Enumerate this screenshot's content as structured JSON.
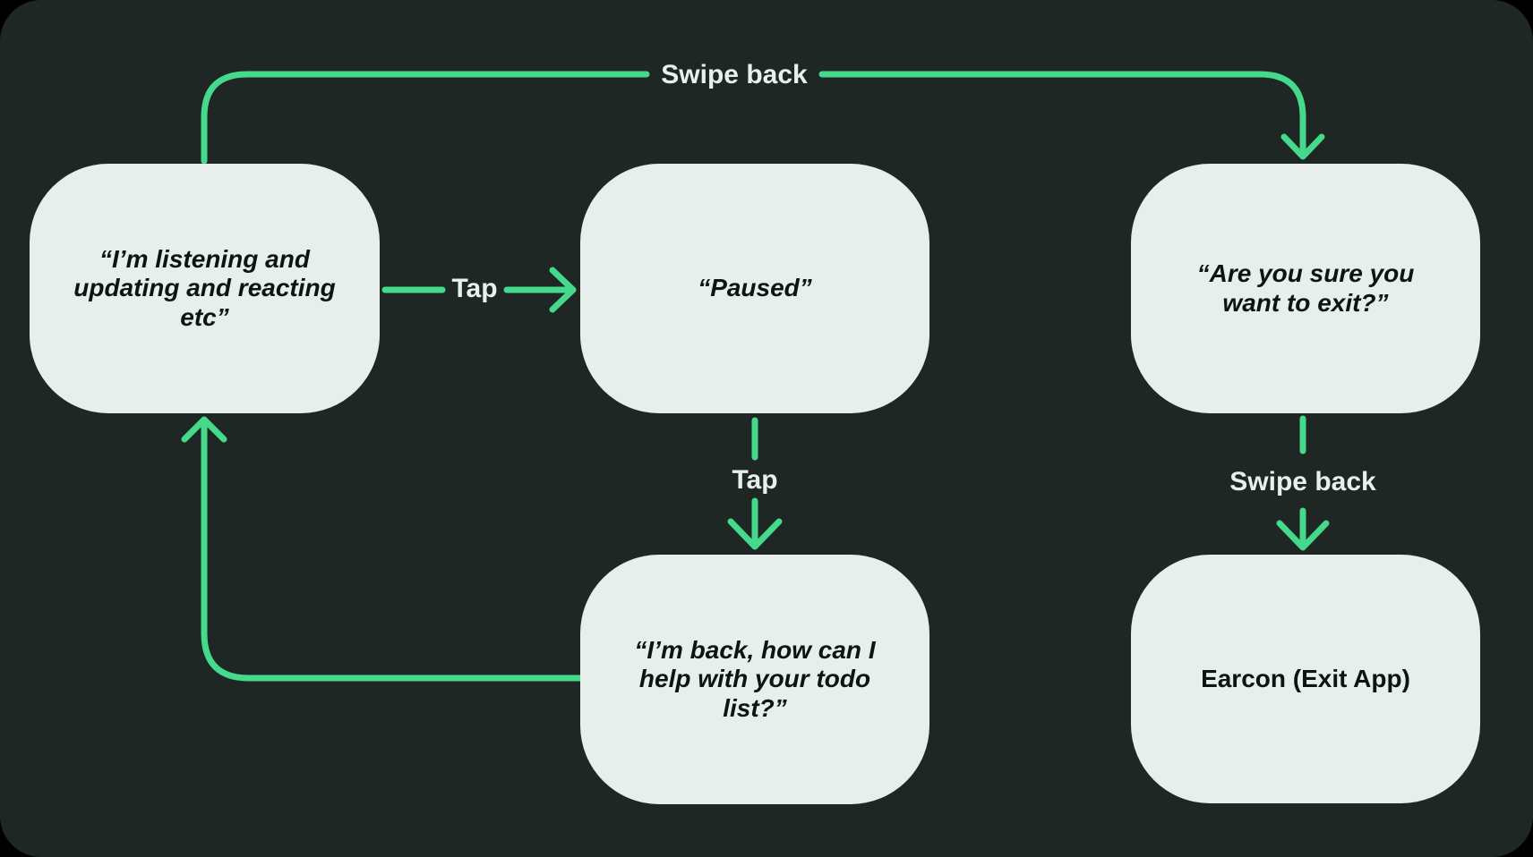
{
  "diagram": {
    "colors": {
      "surface": "#1f2725",
      "accent": "#45d98b",
      "node_fill": "#e7eeeb",
      "node_text": "#0d1412",
      "label_text": "#e9efec"
    },
    "nodes": {
      "listening": {
        "text": "“I’m listening and\nupdating and reacting\netc”"
      },
      "paused": {
        "text": "“Paused”"
      },
      "confirm_exit": {
        "text": "“Are you sure you\nwant to exit?”"
      },
      "back": {
        "text": "“I’m back, how can I\nhelp with your todo\nlist?”"
      },
      "earcon": {
        "text": "Earcon (Exit App)"
      }
    },
    "edges": {
      "swipe_back_top": {
        "label": "Swipe back"
      },
      "tap_right": {
        "label": "Tap"
      },
      "tap_down": {
        "label": "Tap"
      },
      "swipe_back_right": {
        "label": "Swipe back"
      }
    }
  }
}
